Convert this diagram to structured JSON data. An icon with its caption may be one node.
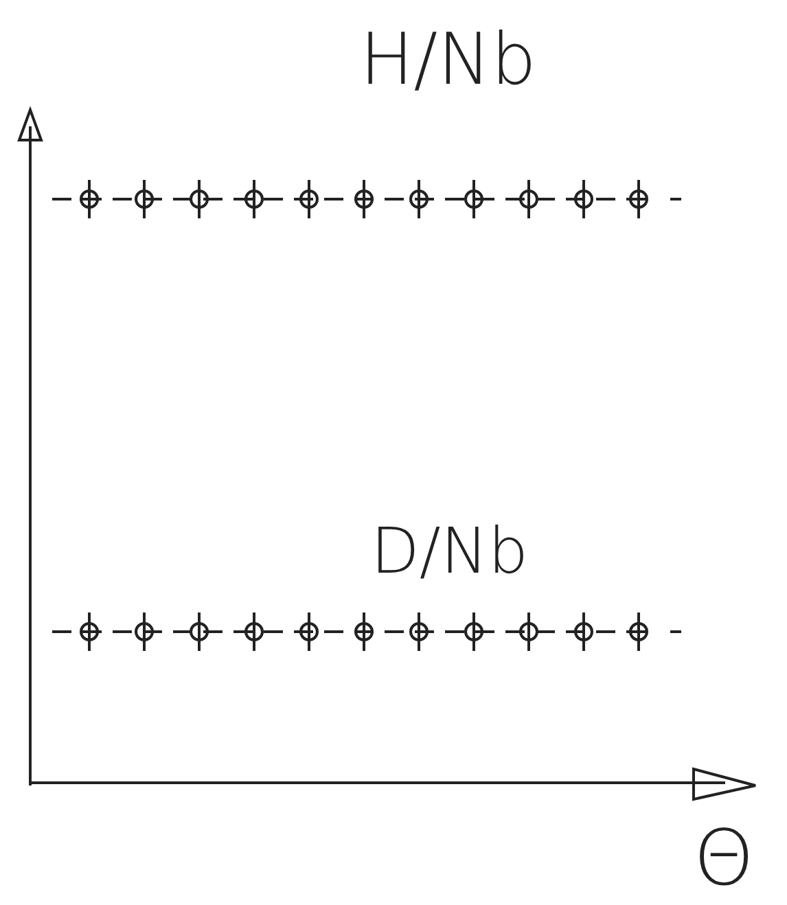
{
  "diagram": {
    "labels": [
      "H/Nb",
      "D/Nb",
      "Θ"
    ]
  }
}
